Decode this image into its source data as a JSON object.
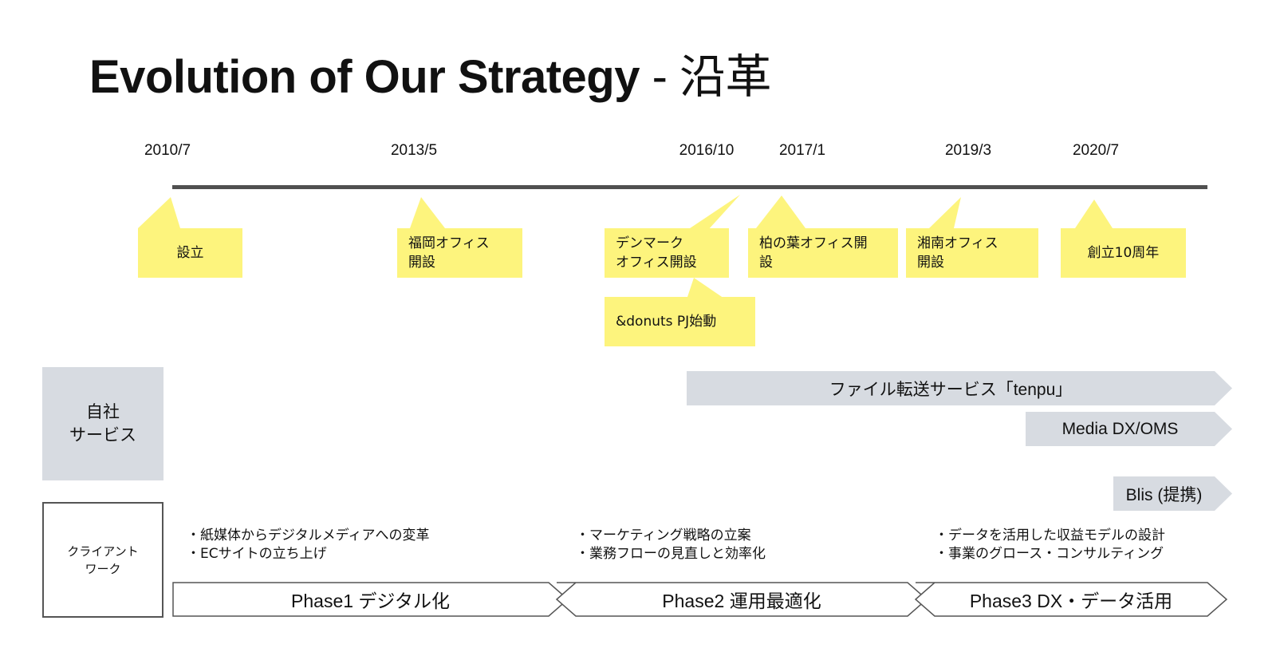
{
  "title": "Evolution of Our Strategy",
  "title_separator": " - ",
  "title_jp": "沿革",
  "timeline": {
    "dates": [
      "2010/7",
      "2013/5",
      "2016/10",
      "2017/1",
      "2019/3",
      "2020/7"
    ],
    "events": [
      {
        "date": "2010/7",
        "text": "設立"
      },
      {
        "date": "2013/5",
        "text": "福岡オフィス\n開設"
      },
      {
        "date": "2016/10",
        "text": "デンマーク\nオフィス開設"
      },
      {
        "date": "2016/10",
        "text": "&donuts PJ始動"
      },
      {
        "date": "2017/1",
        "text": "柏の葉オフィス開\n設"
      },
      {
        "date": "2019/3",
        "text": "湘南オフィス\n開設"
      },
      {
        "date": "2020/7",
        "text": "創立10周年"
      }
    ]
  },
  "own_services": {
    "label": "自社\nサービス",
    "items": [
      "ファイル転送サービス「tenpu」",
      "Media DX/OMS",
      "Blis (提携)"
    ]
  },
  "client_work": {
    "label": "クライアント\nワーク",
    "phases": [
      {
        "label": "Phase1 デジタル化",
        "bullets": [
          "紙媒体からデジタルメディアへの変革",
          "ECサイトの立ち上げ"
        ]
      },
      {
        "label": "Phase2 運用最適化",
        "bullets": [
          "マーケティング戦略の立案",
          "業務フローの見直しと効率化"
        ]
      },
      {
        "label": "Phase3 DX・データ活用",
        "bullets": [
          "データを活用した収益モデルの設計",
          "事業のグロース・コンサルティング"
        ]
      }
    ]
  },
  "colors": {
    "note": "#fdf47d",
    "service_band": "#d7dbe1",
    "timeline": "#505050",
    "outline": "#555555"
  }
}
